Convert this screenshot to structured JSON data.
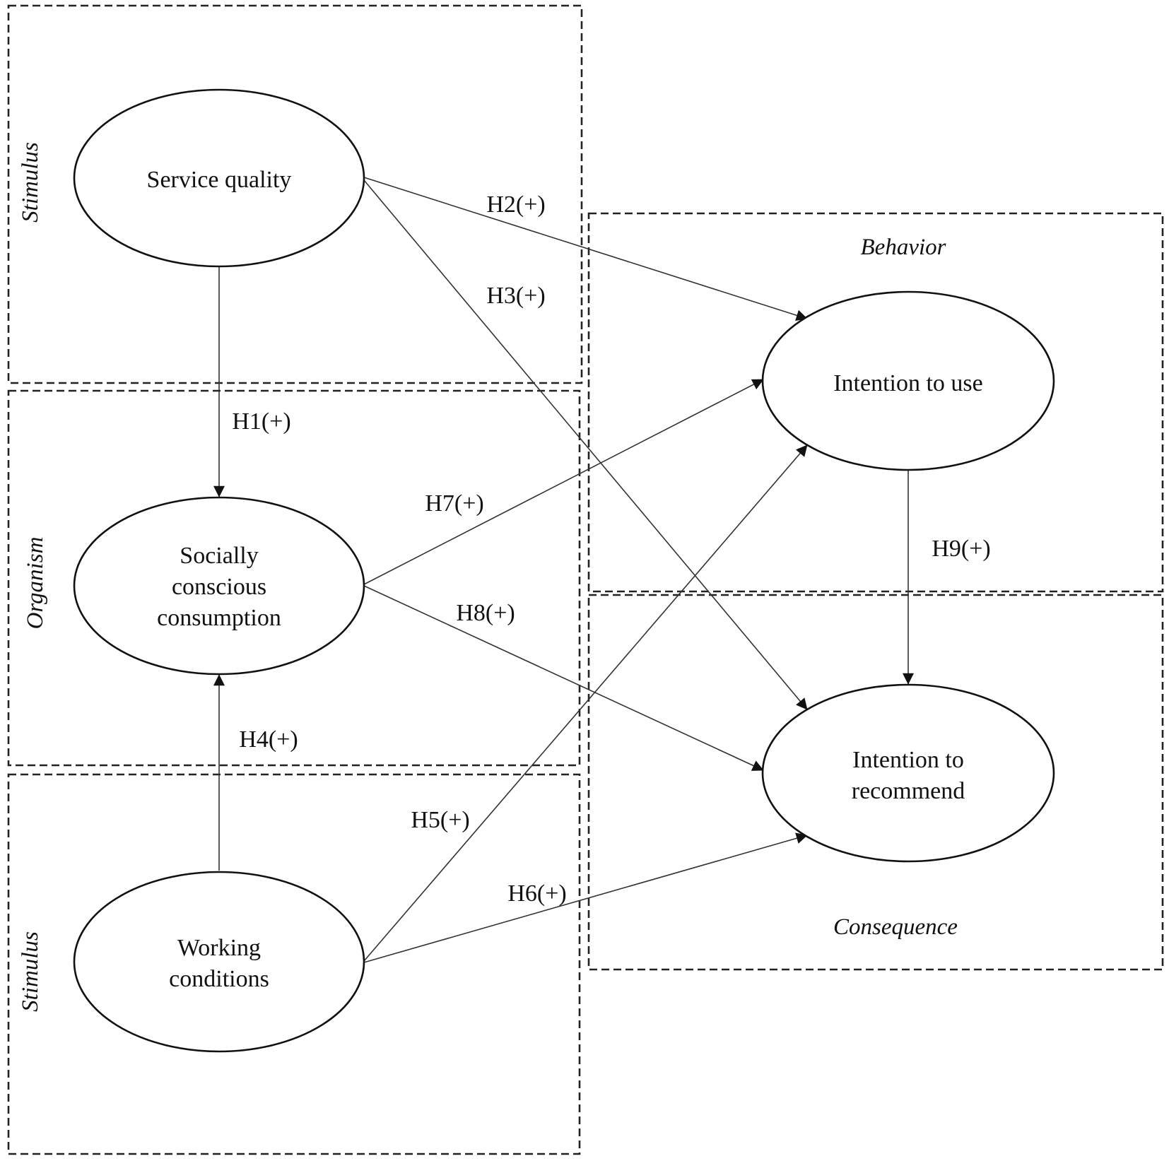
{
  "regions": {
    "stimulus_top": "Stimulus",
    "organism": "Organism",
    "stimulus_bottom": "Stimulus",
    "behavior": "Behavior",
    "consequence": "Consequence"
  },
  "nodes": {
    "service_quality": [
      "Service quality"
    ],
    "socially_conscious_consumption": [
      "Socially",
      "conscious",
      "consumption"
    ],
    "working_conditions": [
      "Working",
      "conditions"
    ],
    "intention_to_use": [
      "Intention to use"
    ],
    "intention_to_recommend": [
      "Intention to",
      "recommend"
    ]
  },
  "hypotheses": {
    "h1": "H1(+)",
    "h2": "H2(+)",
    "h3": "H3(+)",
    "h4": "H4(+)",
    "h5": "H5(+)",
    "h6": "H6(+)",
    "h7": "H7(+)",
    "h8": "H8(+)",
    "h9": "H9(+)"
  }
}
